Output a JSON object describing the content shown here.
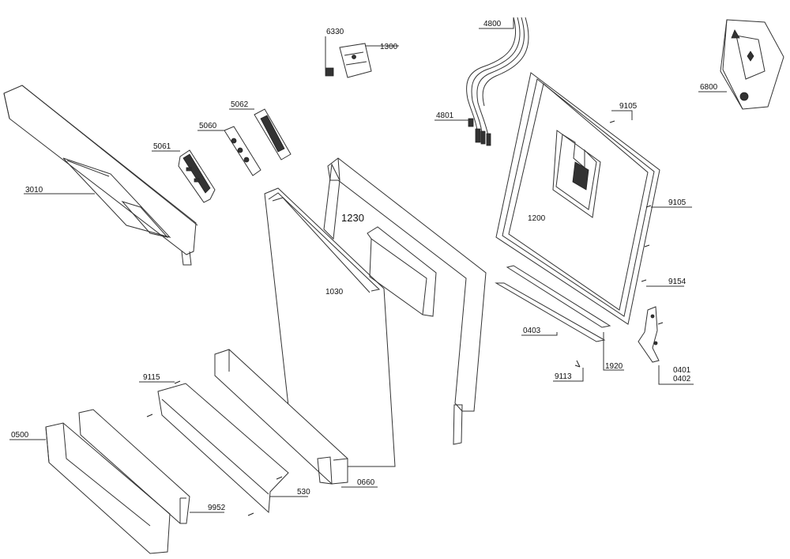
{
  "labels": {
    "p6330": "6330",
    "p1300": "1300",
    "p4800": "4800",
    "p4801": "4801",
    "p6800": "6800",
    "p5062": "5062",
    "p5060": "5060",
    "p5061": "5061",
    "p3010": "3010",
    "p1230": "1230",
    "p1030": "1030",
    "p1200": "1200",
    "p9105a": "9105",
    "p9105b": "9105",
    "p9154": "9154",
    "p0403": "0403",
    "p1920": "1920",
    "p9113": "9113",
    "p0401": "0401",
    "p0402": "0402",
    "p9115": "9115",
    "p0500": "0500",
    "p9952": "9952",
    "p530": "530",
    "p0660": "0660"
  }
}
